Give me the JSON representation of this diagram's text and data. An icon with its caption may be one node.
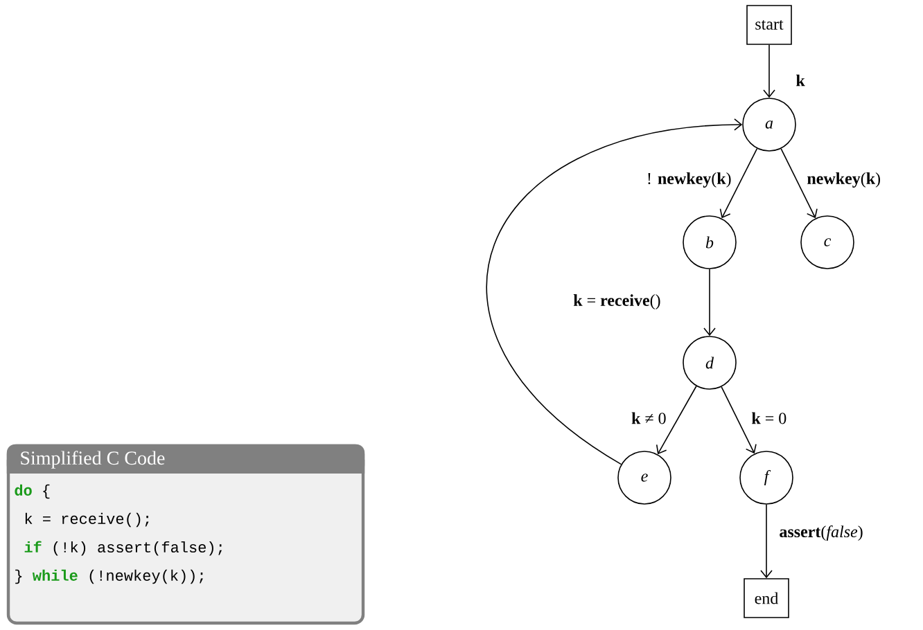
{
  "diagram": {
    "nodes": [
      {
        "text": [
          "start"
        ]
      },
      {
        "text": [
          "a"
        ]
      },
      {
        "text": [
          "b"
        ]
      },
      {
        "text": [
          "c"
        ]
      },
      {
        "text": [
          "d"
        ]
      },
      {
        "text": [
          "e"
        ]
      },
      {
        "text": [
          "f"
        ]
      },
      {
        "text": [
          "end"
        ]
      },
      {
        "text": [
          "Simplified C Code",
          "**do** {",
          "k = receive();",
          "**if** (!k) assert(false);",
          "} **while** (!newkey(k));"
        ]
      }
    ],
    "edges": [
      {
        "from": 0,
        "to": 1,
        "arrow": "to",
        "label": "**k**"
      },
      {
        "from": 1,
        "to": 2,
        "arrow": "to",
        "label": "! **newkey**(**k**)"
      },
      {
        "from": 1,
        "to": 3,
        "arrow": "to",
        "label": "**newkey**(**k**)"
      },
      {
        "from": 2,
        "to": 4,
        "arrow": "to",
        "label": "**k** = **receive**()"
      },
      {
        "from": 4,
        "to": 5,
        "arrow": "to",
        "label": "**k** ≠ 0"
      },
      {
        "from": 4,
        "to": 6,
        "arrow": "to",
        "label": "**k** = 0"
      },
      {
        "from": 6,
        "to": 7,
        "arrow": "to",
        "label": "**assert**(*false*)"
      },
      {
        "from": 5,
        "to": 1,
        "arrow": "to"
      }
    ]
  }
}
